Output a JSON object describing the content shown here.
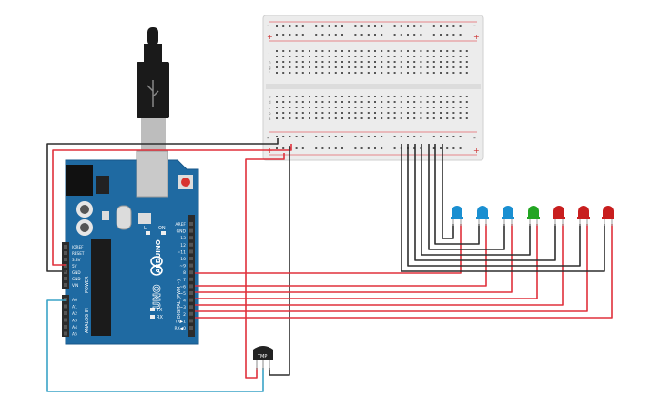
{
  "colors": {
    "board": "#1f6aa2",
    "board_dark": "#17578a",
    "header": "#2b2b2b",
    "wire_red": "#e0303b",
    "wire_black": "#2e2e2e",
    "wire_blue": "#3aa3c7",
    "led_blue": "#1a8fd1",
    "led_green": "#22a522",
    "led_red": "#c81e1e",
    "breadboard": "#ececec",
    "usb": "#1a1a1a"
  },
  "breadboard": {
    "top_rail_minus": "-",
    "top_rail_plus": "+",
    "bottom_rail_minus": "-",
    "bottom_rail_plus": "+",
    "row_letters_top": [
      "j",
      "i",
      "h",
      "g",
      "f"
    ],
    "row_letters_bottom": [
      "e",
      "d",
      "c",
      "b",
      "a"
    ]
  },
  "arduino": {
    "logo_text": "ARDUINO",
    "model_text": "UNO",
    "digital_label": "DIGITAL (PWM ~)",
    "power_label": "POWER",
    "analog_label": "ANALOG IN",
    "tx_label": "TX",
    "rx_label": "RX",
    "l_label": "L",
    "on_label": "ON",
    "power_pins": [
      "IOREF",
      "RESET",
      "3.3V",
      "5V",
      "GND",
      "GND",
      "VIN"
    ],
    "analog_pins": [
      "A0",
      "A1",
      "A2",
      "A3",
      "A4",
      "A5"
    ],
    "digital_pins": [
      "AREF",
      "GND",
      "13",
      "12",
      "~11",
      "~10",
      "~9",
      "8",
      "7",
      "~6",
      "~5",
      "4",
      "~3",
      "2",
      "TX▶1",
      "RX◀0"
    ]
  },
  "sensor": {
    "label": "TMP"
  },
  "leds": [
    {
      "name": "led-blue-1",
      "color": "blue"
    },
    {
      "name": "led-blue-2",
      "color": "blue"
    },
    {
      "name": "led-blue-3",
      "color": "blue"
    },
    {
      "name": "led-green-1",
      "color": "green"
    },
    {
      "name": "led-red-1",
      "color": "red"
    },
    {
      "name": "led-red-2",
      "color": "red"
    },
    {
      "name": "led-red-3",
      "color": "red"
    }
  ]
}
